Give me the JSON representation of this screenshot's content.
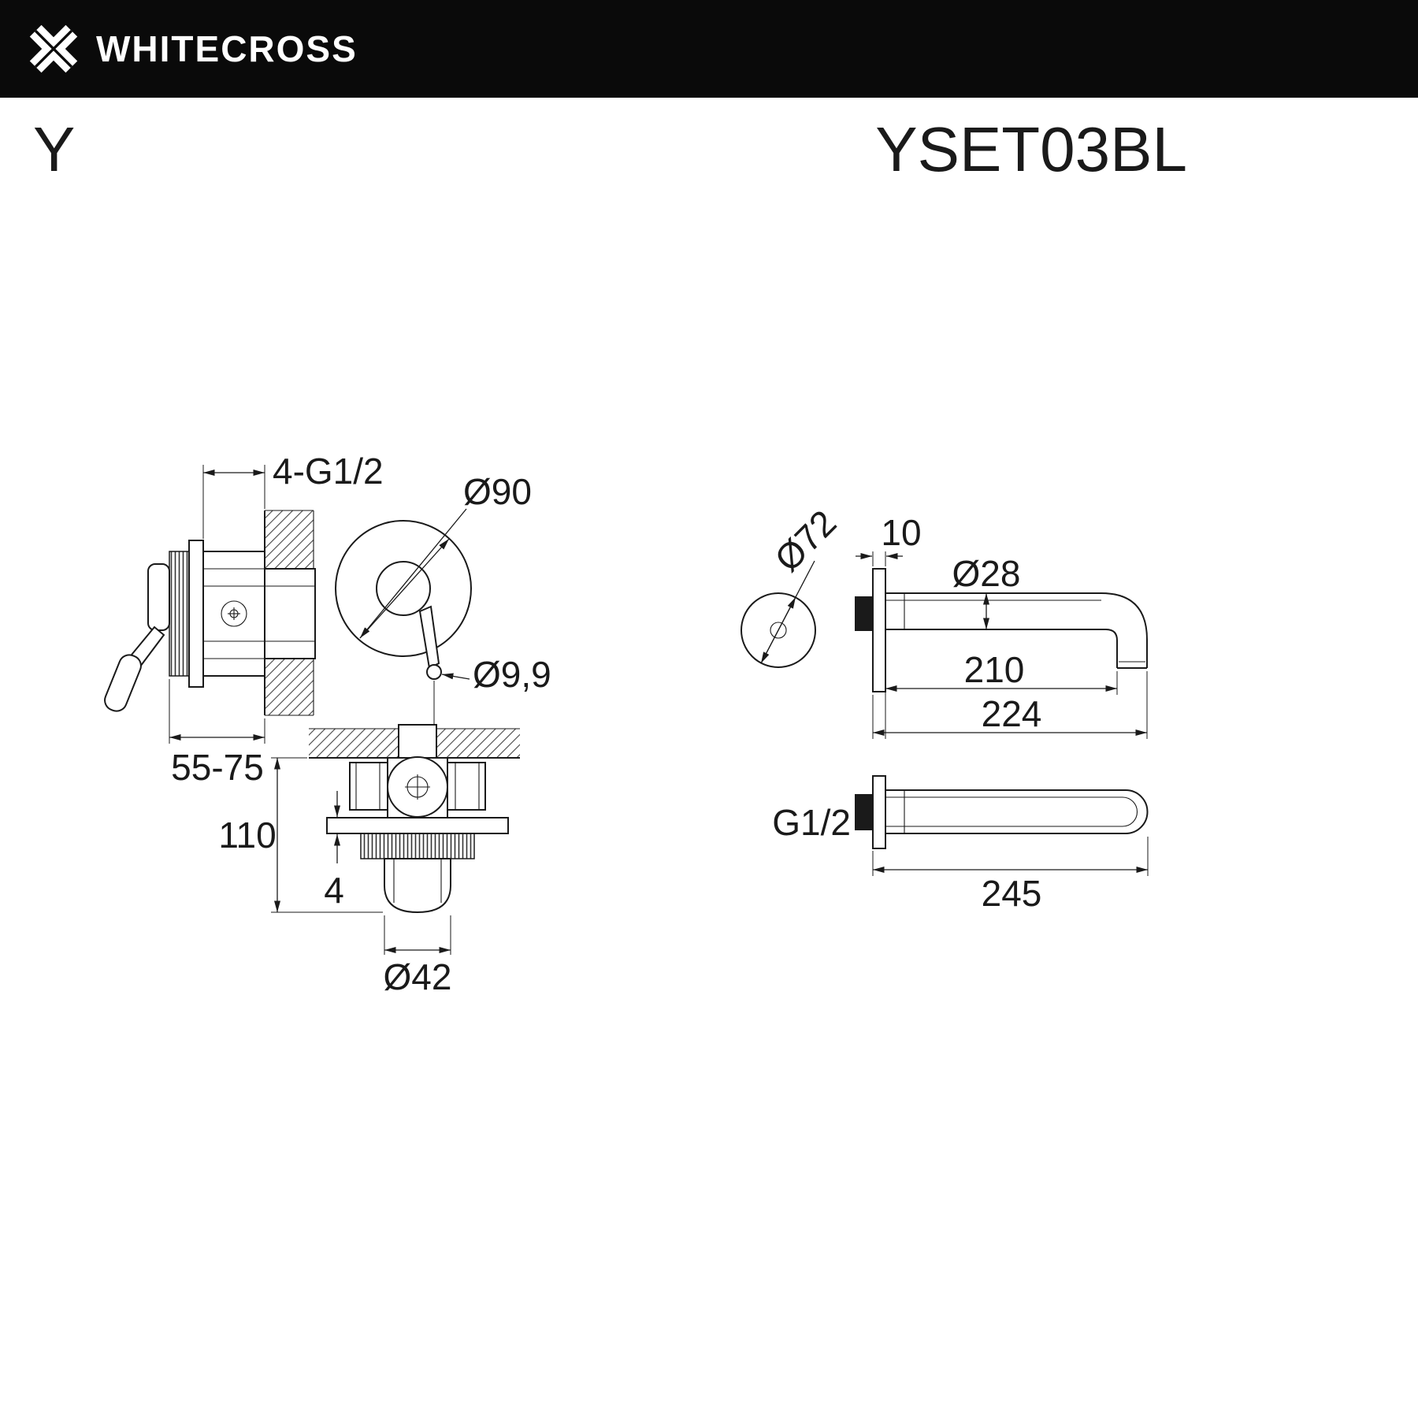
{
  "header": {
    "brand": "WHITECROSS"
  },
  "product": {
    "series": "Y",
    "model": "YSET03BL"
  },
  "colors": {
    "header_bg": "#0a0a0a",
    "ink": "#1a1a1a",
    "paper": "#ffffff"
  },
  "valve": {
    "side": {
      "thread": "4-G1/2",
      "depth_range": "55-75"
    },
    "front": {
      "plate_diameter": "Ø90",
      "handle_tip_diameter": "Ø9,9"
    },
    "top": {
      "height": "110",
      "plate_thickness": "4",
      "trim_diameter": "Ø42"
    }
  },
  "spout": {
    "front": {
      "escutcheon_diameter": "Ø72"
    },
    "side": {
      "flange_depth": "10",
      "tube_diameter": "Ø28",
      "reach": "210",
      "overall": "224"
    },
    "top": {
      "thread": "G1/2",
      "length": "245"
    }
  }
}
